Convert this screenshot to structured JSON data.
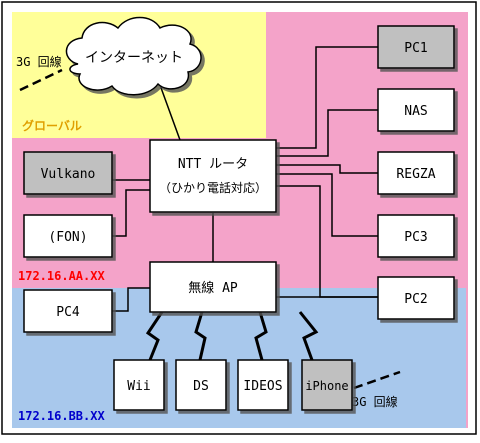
{
  "zones": {
    "global": {
      "label": "グローバル",
      "color": "#ffff99"
    },
    "aa": {
      "label": "172.16.AA.XX",
      "color": "#f4a3c9"
    },
    "bb": {
      "label": "172.16.BB.XX",
      "color": "#a8c8ec"
    }
  },
  "internet": {
    "label": "インターネット"
  },
  "links_3g": {
    "top_label": "3G 回線",
    "bottom_label": "3G 回線"
  },
  "router": {
    "line1": "NTT ルータ",
    "line2": "（ひかり電話対応）"
  },
  "access_point": {
    "label": "無線 AP"
  },
  "devices": {
    "pc1": "PC1",
    "nas": "NAS",
    "regza": "REGZA",
    "pc3": "PC3",
    "pc2": "PC2",
    "vulkano": "Vulkano",
    "fon": "(FON)",
    "pc4": "PC4",
    "wii": "Wii",
    "ds": "DS",
    "ideos": "IDEOS",
    "iphone": "iPhone"
  },
  "colors": {
    "grey_box": "#c0c0c0",
    "white_box": "#ffffff",
    "zone_label_red": "#ff0000",
    "zone_label_blue": "#0000cc",
    "global_label": "#e0a000"
  }
}
